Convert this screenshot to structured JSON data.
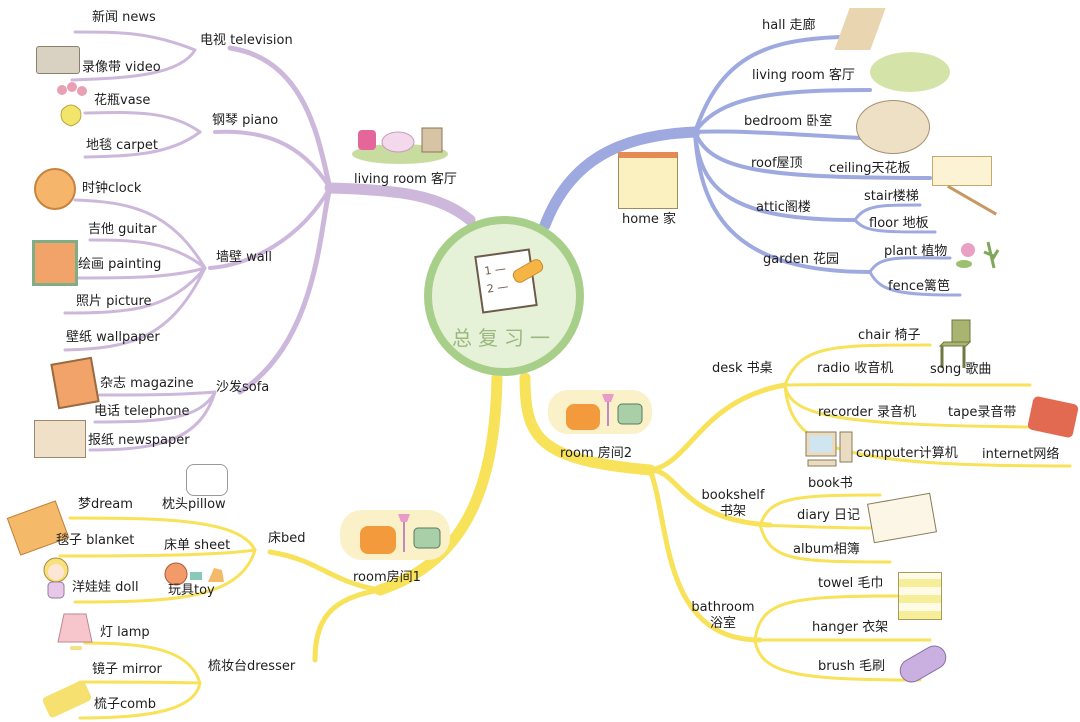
{
  "center": {
    "title": "总复习一",
    "icon": "writing-paper-icon"
  },
  "colors": {
    "living_branch": "#cdb8dc",
    "home_branch": "#9eaadf",
    "room_branch": "#f7e25a",
    "center_fill": "#e6f2d8",
    "center_ring": "#a8cf8a"
  },
  "living_room": {
    "label": "living room 客厅",
    "icon": "living-room-furniture-icon",
    "groups": [
      {
        "label": "电视 television",
        "items": [
          "新闻 news",
          "录像带 video"
        ]
      },
      {
        "label": "钢琴 piano",
        "items": [
          "花瓶vase",
          "地毯 carpet"
        ]
      },
      {
        "label": "墙壁 wall",
        "items": [
          "时钟clock",
          "吉他 guitar",
          "绘画 painting",
          "照片 picture",
          "壁纸 wallpaper"
        ]
      },
      {
        "label": "沙发sofa",
        "items": [
          "杂志 magazine",
          "电话 telephone",
          "报纸 newspaper"
        ]
      }
    ]
  },
  "home": {
    "label": "home 家",
    "icon": "house-icon",
    "items": [
      {
        "label": "hall 走廊"
      },
      {
        "label": "living room 客厅"
      },
      {
        "label": "bedroom 卧室"
      },
      {
        "label": "roof屋顶",
        "items": [
          "ceiling天花板"
        ]
      },
      {
        "label": "attic阁楼",
        "items": [
          "stair楼梯",
          "floor 地板"
        ]
      },
      {
        "label": "garden 花园",
        "items": [
          "plant 植物",
          "fence篱笆"
        ]
      }
    ]
  },
  "room1": {
    "label": "room房间1",
    "icon": "room-armchair-tv-icon",
    "groups": [
      {
        "label": "床bed",
        "items": [
          "梦dream",
          "枕头pillow",
          "毯子 blanket",
          "床单 sheet",
          "洋娃娃 doll",
          "玩具toy"
        ]
      },
      {
        "label": "梳妆台dresser",
        "items": [
          "灯 lamp",
          "镜子 mirror",
          "梳子comb"
        ]
      }
    ]
  },
  "room2": {
    "label": "room 房间2",
    "icon": "room-armchair-tv-icon",
    "groups": [
      {
        "label": "desk 书桌",
        "items": [
          "chair 椅子",
          "radio 收音机",
          "song 歌曲",
          "recorder 录音机",
          "tape录音带",
          "computer计算机",
          "internet网络"
        ]
      },
      {
        "label": "bookshelf 书架",
        "items": [
          "book书",
          "diary 日记",
          "album相簿"
        ]
      },
      {
        "label": "bathroom 浴室",
        "items": [
          "towel 毛巾",
          "hanger 衣架",
          "brush 毛刷"
        ]
      }
    ]
  }
}
